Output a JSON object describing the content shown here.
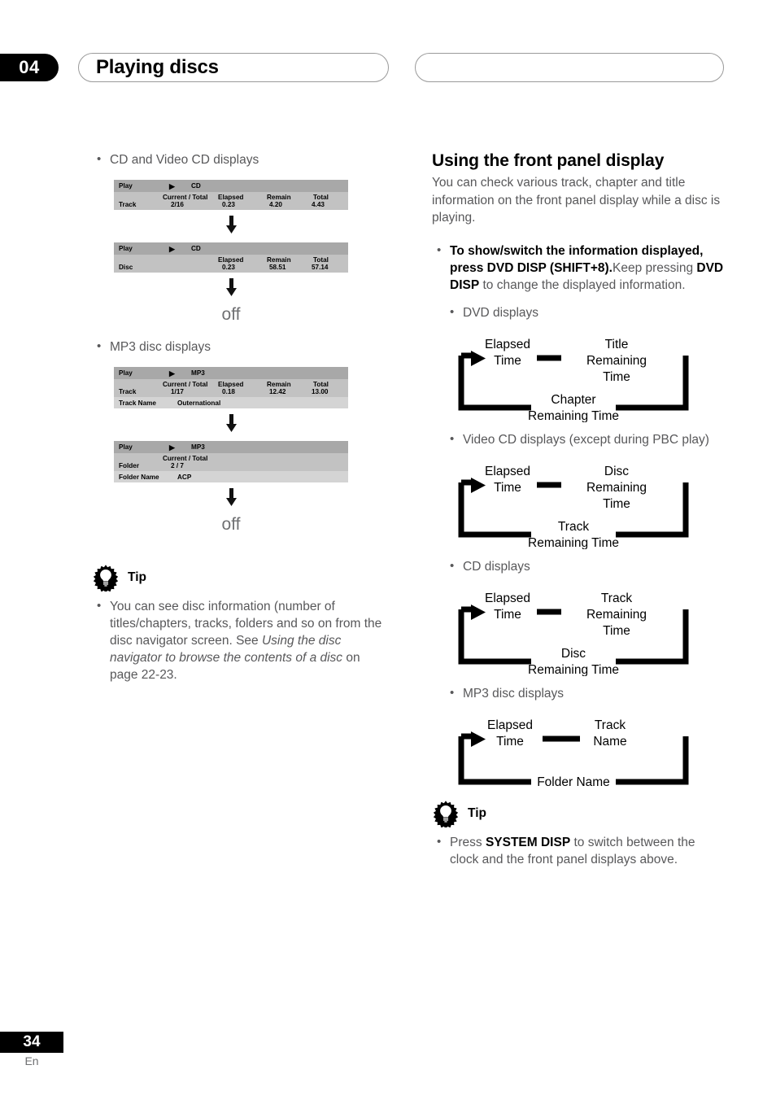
{
  "header": {
    "chapter_number": "04",
    "chapter_title": "Playing discs"
  },
  "footer": {
    "page_number": "34",
    "language": "En"
  },
  "left_column": {
    "cd_section_label": "CD and Video CD displays",
    "cd_table_1": {
      "status": "Play",
      "play_icon": "▶",
      "format": "CD",
      "headers": [
        "Current / Total",
        "Elapsed",
        "Remain",
        "Total"
      ],
      "row_label": "Track",
      "values": [
        "2/16",
        "0.23",
        "4.20",
        "4.43"
      ]
    },
    "cd_table_2": {
      "status": "Play",
      "play_icon": "▶",
      "format": "CD",
      "headers": [
        "Elapsed",
        "Remain",
        "Total"
      ],
      "row_label": "Disc",
      "values": [
        "0.23",
        "58.51",
        "57.14"
      ]
    },
    "off_label_1": "off",
    "mp3_section_label": "MP3 disc displays",
    "mp3_table_1": {
      "status": "Play",
      "play_icon": "▶",
      "format": "MP3",
      "headers": [
        "Current / Total",
        "Elapsed",
        "Remain",
        "Total"
      ],
      "row_label": "Track",
      "values": [
        "1/17",
        "0.18",
        "12.42",
        "13.00"
      ],
      "name_label": "Track Name",
      "name_value": "Outernational"
    },
    "mp3_table_2": {
      "status": "Play",
      "play_icon": "▶",
      "format": "MP3",
      "headers": [
        "Current / Total"
      ],
      "row_label": "Folder",
      "values": [
        "2 / 7"
      ],
      "name_label": "Folder Name",
      "name_value": "ACP"
    },
    "off_label_2": "off",
    "arrow_glyph": "⬇",
    "tip": {
      "title": "Tip",
      "text_part_1": "You can see disc information (number of titles/chapters, tracks, folders and so on from the disc navigator screen. See ",
      "text_italic": "Using the disc navigator to browse the contents of a disc",
      "text_part_2": " on page 22-23."
    }
  },
  "right_column": {
    "heading": "Using the front panel display",
    "intro": "You can check various track, chapter and title information on the front panel display while a disc is playing.",
    "instruction_bold": "To show/switch the information displayed, press DVD DISP (SHIFT+8).",
    "instruction_rest_1": "Keep pressing ",
    "instruction_key": "DVD DISP",
    "instruction_rest_2": " to change the displayed information.",
    "diagrams": [
      {
        "label": "DVD displays",
        "node_left": "Elapsed\nTime",
        "node_left_line1": "Elapsed",
        "node_left_line2": "Time",
        "node_right_line1": "Title",
        "node_right_line2": "Remaining",
        "node_right_line3": "Time",
        "node_bottom_line1": "Chapter",
        "node_bottom_line2": "Remaining Time"
      },
      {
        "label": "Video CD displays (except during PBC play)",
        "node_left_line1": "Elapsed",
        "node_left_line2": "Time",
        "node_right_line1": "Disc",
        "node_right_line2": "Remaining",
        "node_right_line3": "Time",
        "node_bottom_line1": "Track",
        "node_bottom_line2": "Remaining Time"
      },
      {
        "label": "CD displays",
        "node_left_line1": "Elapsed",
        "node_left_line2": "Time",
        "node_right_line1": "Track",
        "node_right_line2": "Remaining",
        "node_right_line3": "Time",
        "node_bottom_line1": "Disc",
        "node_bottom_line2": "Remaining Time"
      },
      {
        "label": "MP3 disc displays",
        "node_left_line1": "Elapsed",
        "node_left_line2": "Time",
        "node_right_line1": "Track",
        "node_right_line2": "Name",
        "node_right_line3": "",
        "node_bottom_line1": "",
        "node_bottom_line2": "Folder Name"
      }
    ],
    "tip": {
      "title": "Tip",
      "text_part_1": "Press ",
      "text_key": "SYSTEM DISP",
      "text_part_2": " to switch between the clock and the front panel displays above."
    }
  },
  "colors": {
    "table_titlebar": "#a8a8a8",
    "table_body": "#c2c2c2",
    "table_name_row": "#d4d4d4",
    "text_gray": "#58585a",
    "accent_black": "#000000"
  }
}
